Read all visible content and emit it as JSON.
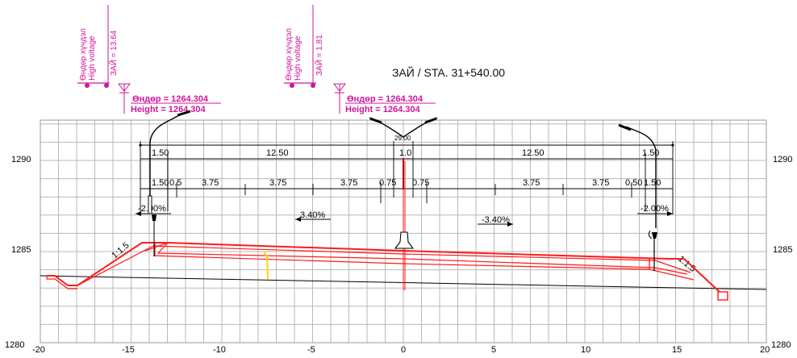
{
  "station_label": "ЗАЙ / STA. 31+540.00",
  "axes": {
    "x_ticks": [
      "-20",
      "-15",
      "-10",
      "-5",
      "0",
      "5",
      "10",
      "15",
      "20"
    ],
    "y_ticks": [
      "1280",
      "1285",
      "1290"
    ]
  },
  "power_lines": [
    {
      "line1": "Өндөр хүчдэл",
      "line2": "High voltage",
      "line3": "ЗАЙ = 13.64"
    },
    {
      "line1": "Өндөр хүчдэл",
      "line2": "High voltage",
      "line3": "ЗАЙ = 1.81"
    }
  ],
  "height_labels": [
    {
      "mn": "Өндөр = 1264.304",
      "en": "Height = 1264.304"
    },
    {
      "mn": "Өндөр = 1264.304",
      "en": "Height = 1264.304"
    }
  ],
  "dimensions": {
    "overall": "29.00",
    "row1": [
      "1.50",
      "12.50",
      "1.0",
      "12.50",
      "1.50"
    ],
    "row2": [
      "1.50",
      "0.5",
      "3.75",
      "3.75",
      "3.75",
      "0.75",
      "0.75",
      "3.75",
      "3.75",
      "0.50",
      "1.50"
    ]
  },
  "slopes": {
    "left_shoulder": "-2.00%",
    "left_lane": "3.40%",
    "right_lane": "-3.40%",
    "right_shoulder": "-2.00%",
    "left_embankment": "1:1.5",
    "right_embankment": "1:1.5"
  },
  "colors": {
    "grid": "#b8b8b8",
    "pavement": "#ff1a1a",
    "annotation": "#d0159b",
    "marker": "#ffd400"
  }
}
